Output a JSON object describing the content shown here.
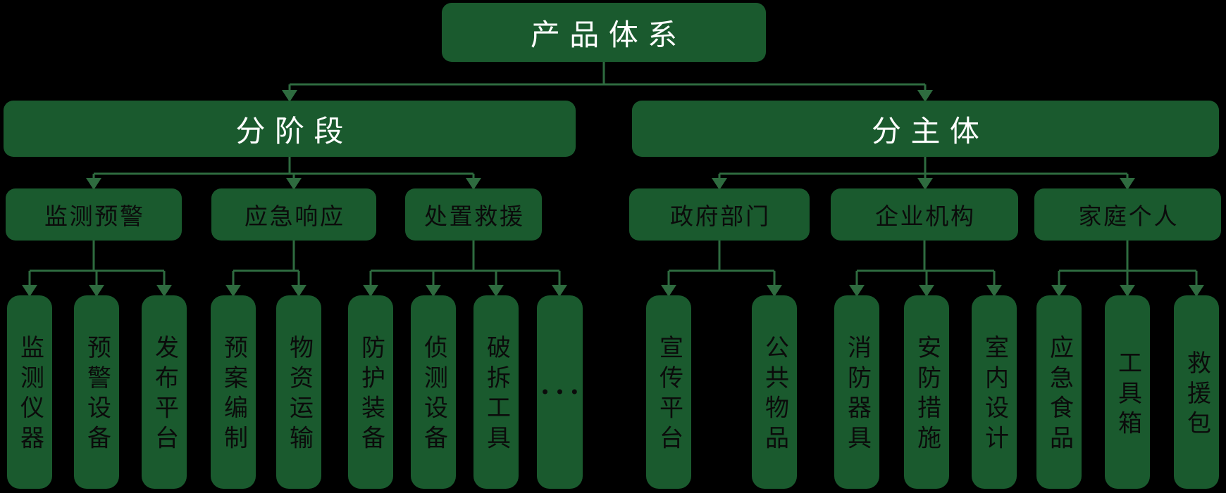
{
  "root": {
    "label": "产品体系"
  },
  "branches": [
    {
      "label": "分阶段",
      "groups": [
        {
          "label": "监测预警",
          "leaves": [
            "监测仪器",
            "预警设备",
            "发布平台"
          ]
        },
        {
          "label": "应急响应",
          "leaves": [
            "预案编制",
            "物资运输"
          ]
        },
        {
          "label": "处置救援",
          "leaves": [
            "防护装备",
            "侦测设备",
            "破拆工具"
          ],
          "has_ellipsis": true
        }
      ]
    },
    {
      "label": "分主体",
      "groups": [
        {
          "label": "政府部门",
          "leaves": [
            "宣传平台",
            "公共物品"
          ]
        },
        {
          "label": "企业机构",
          "leaves": [
            "消防器具",
            "安防措施",
            "室内设计"
          ]
        },
        {
          "label": "家庭个人",
          "leaves": [
            "应急食品",
            "工具箱",
            "救援包"
          ]
        }
      ]
    }
  ],
  "ellipsis_label": "•••",
  "colors": {
    "background": "#000000",
    "box_fill": "#1a5a2e",
    "connector": "#2e6b3f",
    "header_text": "#ffffff",
    "node_text": "#0b0b0b"
  }
}
